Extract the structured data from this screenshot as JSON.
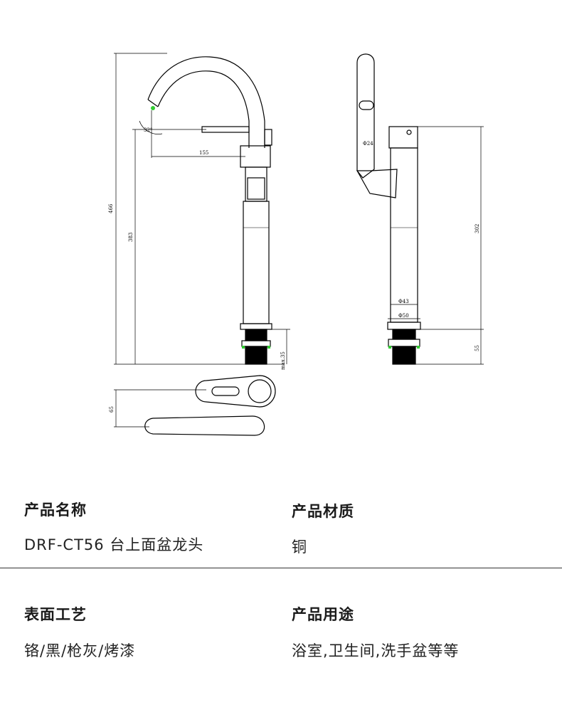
{
  "drawing": {
    "dimensions": {
      "total_height": "466",
      "body_height": "383",
      "reach": "155",
      "angle": "32°",
      "below_deck": "max.35",
      "handle_offset": "65",
      "spout_dia": "Φ24",
      "side_height": "302",
      "body_dia": "Φ43",
      "base_dia": "Φ50",
      "side_below": "55"
    },
    "colors": {
      "line": "#000000",
      "green_accent": "#33cc33"
    }
  },
  "specs": [
    {
      "label": "产品名称",
      "value": "DRF-CT56  台上面盆龙头"
    },
    {
      "label": "产品材质",
      "value": "铜"
    },
    {
      "label": "表面工艺",
      "value": "铬/黑/枪灰/烤漆"
    },
    {
      "label": "产品用途",
      "value": "浴室,卫生间,洗手盆等等"
    }
  ]
}
